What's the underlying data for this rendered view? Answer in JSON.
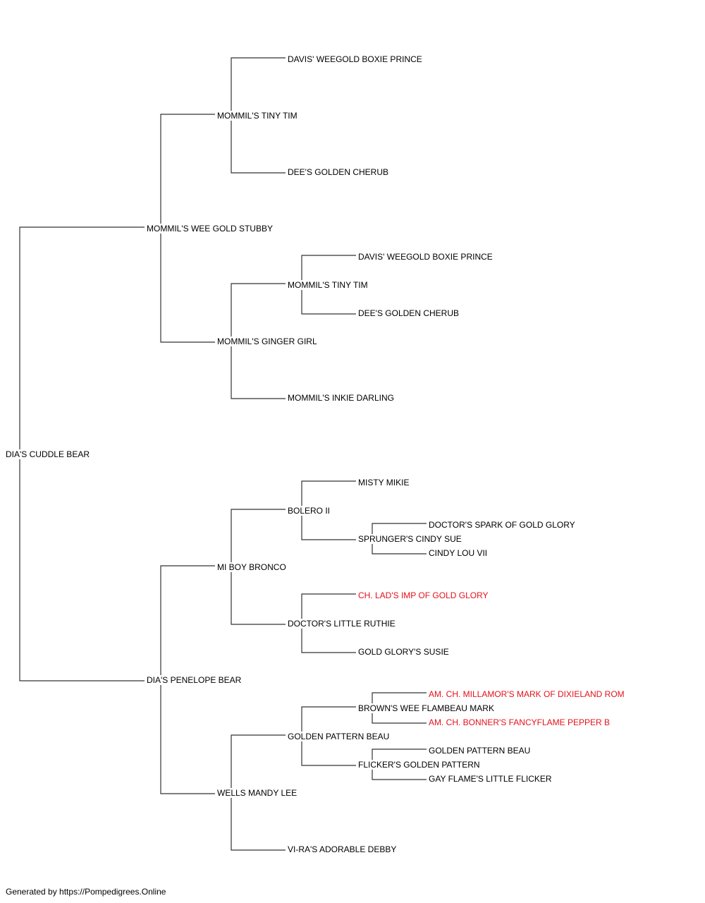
{
  "colors": {
    "line": "#333333",
    "text": "#000000",
    "champion": "#e4121b"
  },
  "pedigree": {
    "subject": "DIA'S CUDDLE BEAR",
    "sire": {
      "name": "MOMMIL'S WEE GOLD STUBBY",
      "sire": {
        "name": "MOMMIL'S TINY TIM",
        "sire": {
          "name": "DAVIS' WEEGOLD BOXIE PRINCE"
        },
        "dam": {
          "name": "DEE'S GOLDEN CHERUB"
        }
      },
      "dam": {
        "name": "MOMMIL'S GINGER GIRL",
        "sire": {
          "name": "MOMMIL'S TINY TIM",
          "sire": {
            "name": "DAVIS' WEEGOLD BOXIE PRINCE"
          },
          "dam": {
            "name": "DEE'S GOLDEN CHERUB"
          }
        },
        "dam": {
          "name": "MOMMIL'S INKIE DARLING"
        }
      }
    },
    "dam": {
      "name": "DIA'S PENELOPE BEAR",
      "sire": {
        "name": "MI BOY BRONCO",
        "sire": {
          "name": "BOLERO II",
          "sire": {
            "name": "MISTY MIKIE"
          },
          "dam": {
            "name": "SPRUNGER'S CINDY SUE",
            "sire": {
              "name": "DOCTOR'S SPARK OF GOLD GLORY"
            },
            "dam": {
              "name": "CINDY LOU VII"
            }
          }
        },
        "dam": {
          "name": "DOCTOR'S LITTLE RUTHIE",
          "sire": {
            "name": "CH. LAD'S IMP OF GOLD GLORY",
            "highlight": true
          },
          "dam": {
            "name": "GOLD GLORY'S SUSIE"
          }
        }
      },
      "dam": {
        "name": "WELLS MANDY LEE",
        "sire": {
          "name": "GOLDEN PATTERN BEAU",
          "sire": {
            "name": "BROWN'S WEE FLAMBEAU MARK",
            "sire": {
              "name": "AM. CH. MILLAMOR'S MARK OF DIXIELAND ROM",
              "highlight": true
            },
            "dam": {
              "name": "AM. CH. BONNER'S FANCYFLAME PEPPER B",
              "highlight": true
            }
          },
          "dam": {
            "name": "FLICKER'S GOLDEN PATTERN",
            "sire": {
              "name": "GOLDEN PATTERN BEAU"
            },
            "dam": {
              "name": "GAY FLAME'S LITTLE FLICKER"
            }
          }
        },
        "dam": {
          "name": "VI-RA'S ADORABLE DEBBY"
        }
      }
    }
  },
  "footer": "Generated by https://Pompedigrees.Online"
}
